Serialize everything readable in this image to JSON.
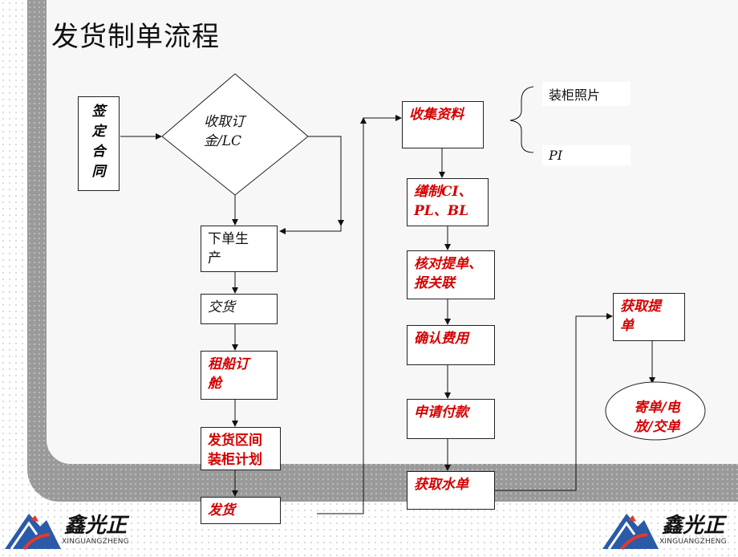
{
  "title": "发货制单流程",
  "nodes": {
    "sign_contract": "签\n定\n合\n同",
    "receive_deposit": "收取订\n金/LC",
    "place_order": "下单生\n产",
    "deliver": "交货",
    "charter_ship": "租船订\n舱",
    "shipping_plan": "发货区间\n装柜计划",
    "ship": "发货",
    "collect_docs": "收集资料",
    "container_photo": "装柜照片",
    "pi": "PI",
    "prepare_docs": "缮制CI、\nPL、BL",
    "check_bl": "核对提单、\n报关联",
    "confirm_fees": "确认费用",
    "apply_payment": "申请付款",
    "get_waybill": "获取水单",
    "get_bl": "获取提\n单",
    "send_docs": "寄单/电\n放/交单"
  },
  "logo": {
    "name": "鑫光正",
    "pinyin": "XINGUANGZHENG"
  },
  "colors": {
    "accent": "#d40000",
    "logo_blue": "#2a5aa8",
    "logo_red": "#e33a2a"
  }
}
